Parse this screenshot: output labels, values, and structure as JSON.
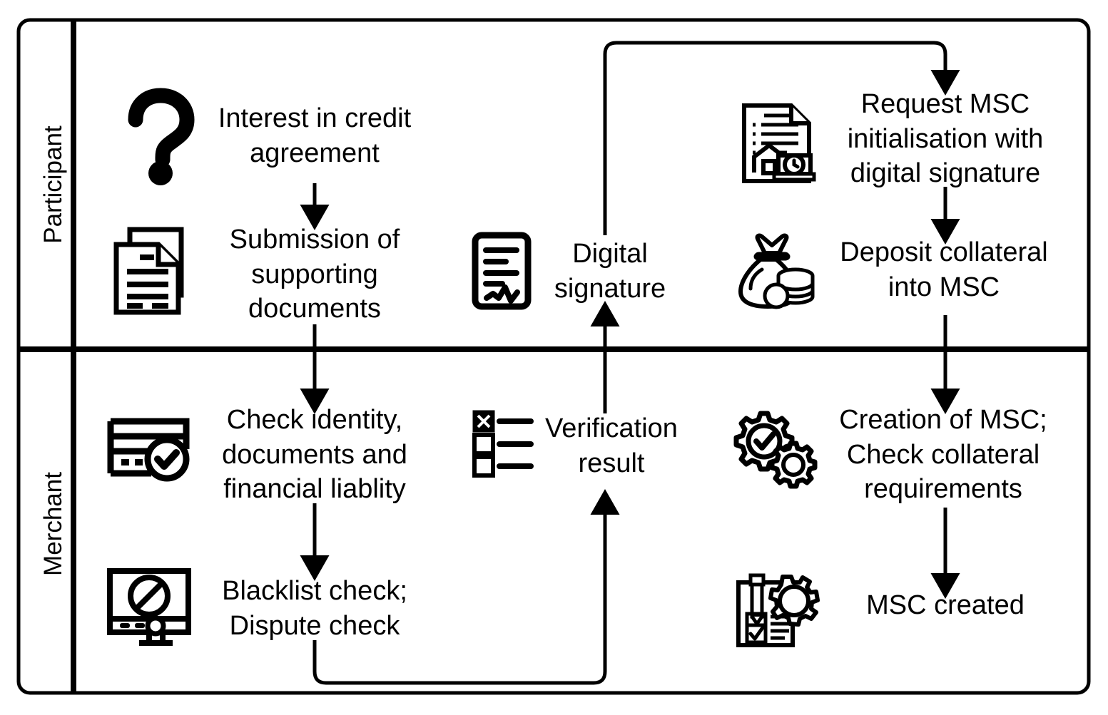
{
  "diagram": {
    "title": "Credit agreement and MSC creation swimlane process",
    "type": "swimlane-flowchart",
    "stroke_color": "#000000",
    "background_color": "#ffffff",
    "lanes": [
      {
        "id": "participant",
        "label": "Participant",
        "steps": [
          {
            "id": "interest",
            "label": "Interest in credit\nagreement",
            "icon": "question-mark-icon"
          },
          {
            "id": "submission",
            "label": "Submission of\nsupporting\ndocuments",
            "icon": "documents-stack-icon"
          },
          {
            "id": "digital-signature",
            "label": "Digital\nsignature",
            "icon": "signed-document-icon"
          },
          {
            "id": "request-msc",
            "label": "Request MSC\ninitialisation with\ndigital signature",
            "icon": "certificate-property-icon"
          },
          {
            "id": "deposit-collateral",
            "label": "Deposit collateral\ninto MSC",
            "icon": "money-bag-coins-icon"
          }
        ]
      },
      {
        "id": "merchant",
        "label": "Merchant",
        "steps": [
          {
            "id": "check-identity",
            "label": "Check identity,\ndocuments and\nfinancial liablity",
            "icon": "id-card-check-icon"
          },
          {
            "id": "blacklist-check",
            "label": "Blacklist check;\nDispute check",
            "icon": "monitor-blocked-icon"
          },
          {
            "id": "verification-result",
            "label": "Verification\nresult",
            "icon": "checklist-icon"
          },
          {
            "id": "creation-of-msc",
            "label": "Creation of MSC;\nCheck collateral\nrequirements",
            "icon": "gears-check-icon"
          },
          {
            "id": "msc-created",
            "label": "MSC created",
            "icon": "clipboard-gear-icon"
          }
        ]
      }
    ],
    "connectors": [
      {
        "id": "interest-to-submission",
        "from": "interest",
        "to": "submission",
        "kind": "arrow-down"
      },
      {
        "id": "submission-to-check-identity",
        "from": "submission",
        "to": "check-identity",
        "kind": "arrow-down-cross-lane"
      },
      {
        "id": "check-identity-to-blacklist",
        "from": "check-identity",
        "to": "blacklist-check",
        "kind": "arrow-down"
      },
      {
        "id": "blacklist-to-verification",
        "from": "blacklist-check",
        "to": "verification-result",
        "kind": "loop-bottom-up"
      },
      {
        "id": "verification-to-digital-signature",
        "from": "verification-result",
        "to": "digital-signature",
        "kind": "arrow-up-cross-lane"
      },
      {
        "id": "digital-signature-to-request-msc",
        "from": "digital-signature",
        "to": "request-msc",
        "kind": "loop-top-right"
      },
      {
        "id": "request-msc-to-deposit",
        "from": "request-msc",
        "to": "deposit-collateral",
        "kind": "arrow-down"
      },
      {
        "id": "deposit-to-creation",
        "from": "deposit-collateral",
        "to": "creation-of-msc",
        "kind": "arrow-down-cross-lane"
      },
      {
        "id": "creation-to-msc-created",
        "from": "creation-of-msc",
        "to": "msc-created",
        "kind": "arrow-down"
      }
    ]
  }
}
